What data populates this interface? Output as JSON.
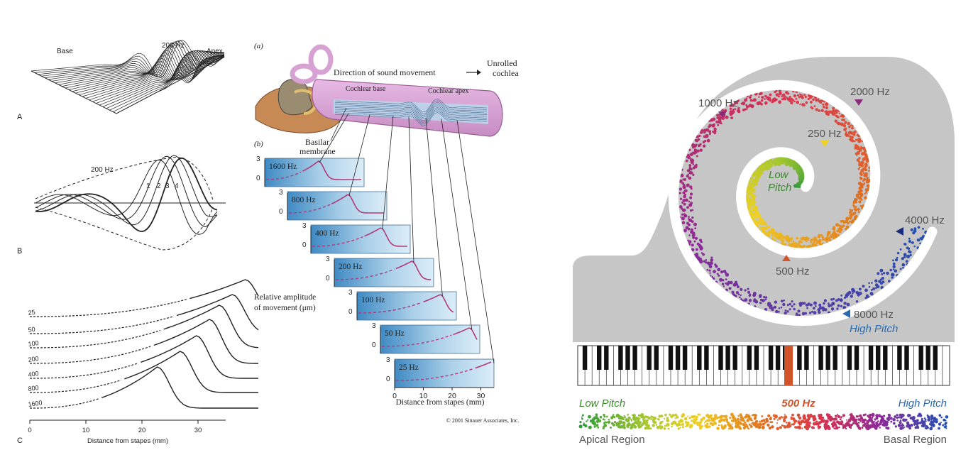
{
  "panelA": {
    "base": "Base",
    "freq": "200 Hz",
    "apex": "Apex",
    "letter": "A"
  },
  "panelB": {
    "freq": "200 Hz",
    "nums": [
      "1",
      "2",
      "3",
      "4"
    ],
    "letter": "B"
  },
  "panelC": {
    "freqs": [
      "25",
      "50",
      "100",
      "200",
      "400",
      "800",
      "1600"
    ],
    "xticks": [
      "0",
      "10",
      "20",
      "30"
    ],
    "xlabel": "Distance from stapes (mm)",
    "letter": "C"
  },
  "sinauer": {
    "label_a": "(a)",
    "label_b": "(b)",
    "direction": "Direction of sound movement",
    "unrolled1": "Unrolled",
    "unrolled2": "cochlea",
    "base": "Cochlear base",
    "apex": "Cochlear apex",
    "basilar1": "Basilar",
    "basilar2": "membrane",
    "rel1": "Relative amplitude",
    "rel2": "of movement (μm)",
    "freqs": [
      "1600 Hz",
      "800 Hz",
      "400 Hz",
      "200 Hz",
      "100 Hz",
      "50 Hz",
      "25 Hz"
    ],
    "yticks": [
      "3",
      "0"
    ],
    "xticks": [
      "0",
      "10",
      "20",
      "30"
    ],
    "xlabel": "Distance from stapes (mm)",
    "copyright": "© 2001 Sinauer Associates, Inc."
  },
  "piano": {
    "f1000": "1000 Hz",
    "f2000": "2000 Hz",
    "f250": "250 Hz",
    "f4000": "4000 Hz",
    "f500": "500 Hz",
    "f8000": "8000 Hz",
    "high_pitch": "High Pitch",
    "low_pitch_1": "Low",
    "low_pitch_2": "Pitch",
    "bottom_low": "Low Pitch",
    "bottom_mid": "500 Hz",
    "bottom_high": "High Pitch",
    "apical": "Apical Region",
    "basal": "Basal Region",
    "colors": {
      "body": "#c6c6c6",
      "low": "#3a8a2a",
      "mid": "#d0532a",
      "high": "#2a6ab0",
      "text": "#555555"
    }
  }
}
